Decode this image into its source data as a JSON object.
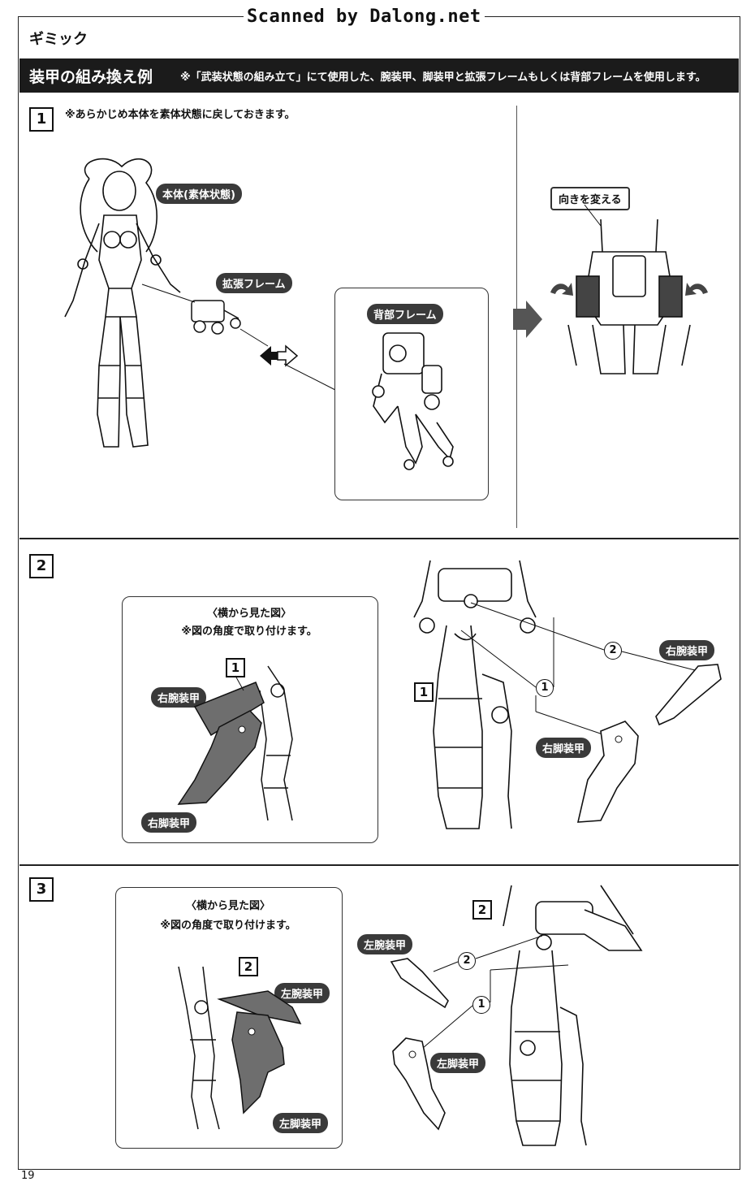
{
  "watermark": "Scanned by Dalong.net",
  "section_title": "ギミック",
  "banner": {
    "title": "装甲の組み換え例",
    "note": "※「武装状態の組み立て」にて使用した、腕装甲、脚装甲と拡張フレームもしくは背部フレームを使用します。"
  },
  "step1": {
    "number": "1",
    "note": "※あらかじめ本体を素体状態に戻しておきます。",
    "labels": {
      "body": "本体(素体状態)",
      "expansion_frame": "拡張フレーム",
      "back_frame": "背部フレーム",
      "change_direction": "向きを変える"
    }
  },
  "step2": {
    "number": "2",
    "side_view": {
      "title": "〈横から見た図〉",
      "note": "※図の角度で取り付けます。",
      "ref_number": "1",
      "right_arm_armor": "右腕装甲",
      "right_leg_armor": "右脚装甲"
    },
    "ref_number": "1",
    "order_1": "1",
    "order_2": "2",
    "right_arm_armor": "右腕装甲",
    "right_leg_armor": "右脚装甲"
  },
  "step3": {
    "number": "3",
    "side_view": {
      "title": "〈横から見た図〉",
      "note": "※図の角度で取り付けます。",
      "ref_number": "2",
      "left_arm_armor": "左腕装甲",
      "left_leg_armor": "左脚装甲"
    },
    "ref_number": "2",
    "order_1": "1",
    "order_2": "2",
    "left_arm_armor": "左腕装甲",
    "left_leg_armor": "左脚装甲"
  },
  "page_number": "19",
  "colors": {
    "banner_bg": "#1b1b1b",
    "tag_bg": "#3a3a3a",
    "armor_fill": "#6e6e6e"
  }
}
